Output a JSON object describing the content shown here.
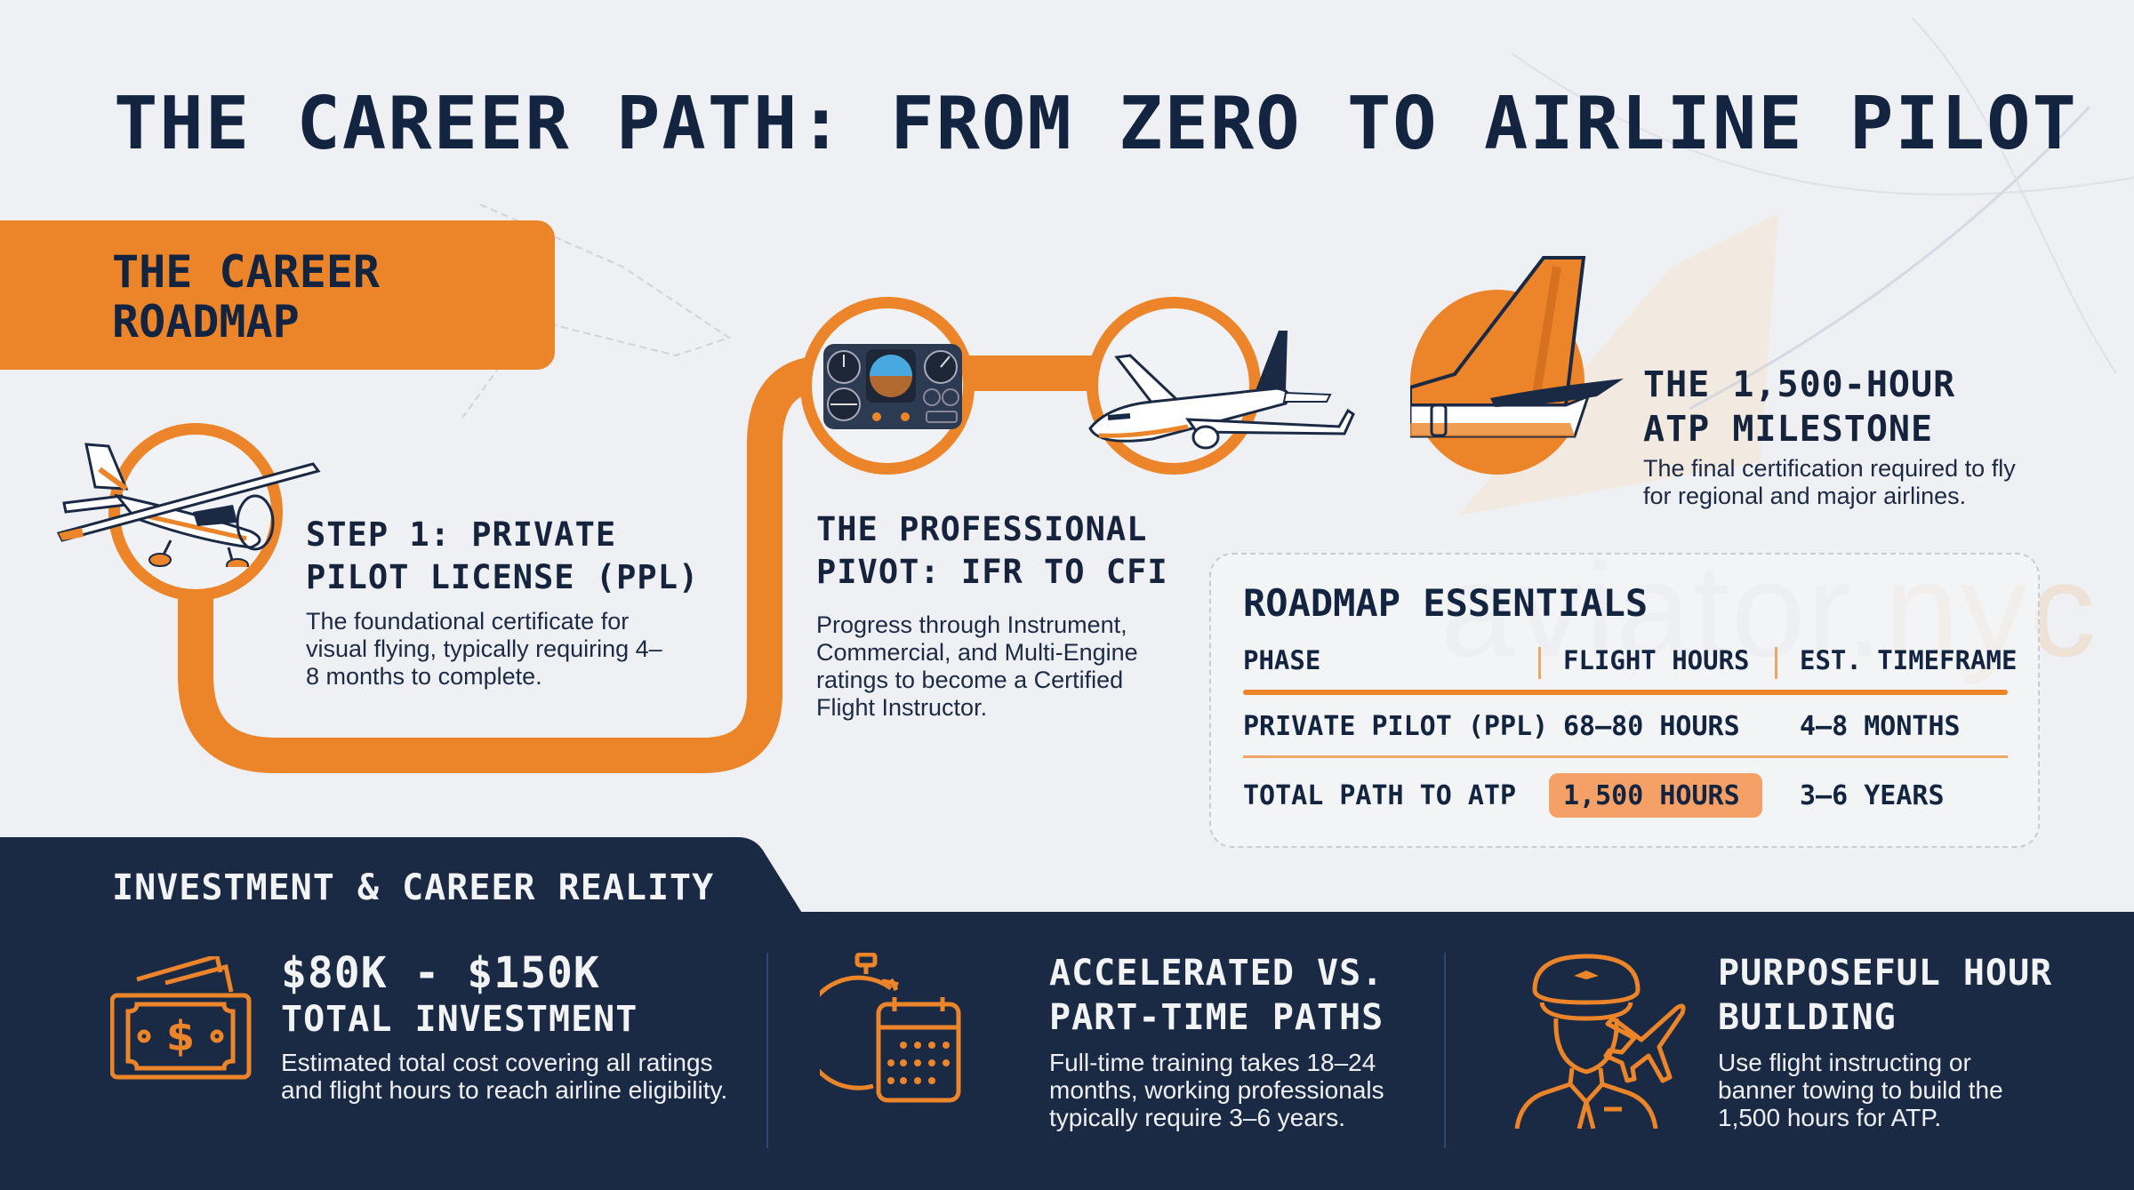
{
  "title": "THE CAREER PATH: FROM ZERO TO AIRLINE PILOT",
  "roadmap": {
    "tab_title": "THE CAREER ROADMAP",
    "steps": [
      {
        "icon": "small-plane-icon",
        "title": "STEP 1: PRIVATE PILOT LICENSE (PPL)",
        "description": "The foundational certificate for visual flying, typically requiring 4–8 months to complete."
      },
      {
        "icon": "instrument-panel-icon",
        "title": "THE PROFESSIONAL PIVOT: IFR TO CFI",
        "description": "Progress through Instrument, Commercial, and Multi-Engine ratings to become a Certified Flight Instructor."
      },
      {
        "icon": "airliner-icon"
      },
      {
        "icon": "tail-fin-icon",
        "title": "THE 1,500-HOUR ATP MILESTONE",
        "description": "The final certification required to fly for regional and major airlines."
      }
    ]
  },
  "essentials": {
    "title": "ROADMAP ESSENTIALS",
    "headers": [
      "PHASE",
      "FLIGHT HOURS",
      "EST. TIMEFRAME"
    ],
    "rows": [
      [
        "PRIVATE PILOT (PPL)",
        "68–80 HOURS",
        "4–8 MONTHS"
      ],
      [
        "TOTAL PATH TO ATP",
        "1,500 HOURS",
        "3–6 YEARS"
      ]
    ],
    "highlight_color": "#f4a066"
  },
  "watermark": {
    "main": "aviator.",
    "accent": "nyc"
  },
  "investment": {
    "section_title": "INVESTMENT & CAREER REALITY",
    "cards": [
      {
        "icon": "money-icon",
        "headline": "$80K - $150K",
        "title": "TOTAL INVESTMENT",
        "description": "Estimated total cost covering all ratings and flight hours to reach airline eligibility."
      },
      {
        "icon": "stopwatch-calendar-icon",
        "title": "ACCELERATED VS. PART-TIME PATHS",
        "description": "Full-time training takes 18–24 months, working professionals typically require 3–6 years."
      },
      {
        "icon": "pilot-icon",
        "title": "PURPOSEFUL HOUR BUILDING",
        "description": "Use flight instructing or banner towing to build the 1,500 hours for ATP."
      }
    ]
  },
  "colors": {
    "accent_orange": "#ec8429",
    "navy": "#1a2a45",
    "title_navy": "#132440",
    "background": "#eef0f3"
  }
}
